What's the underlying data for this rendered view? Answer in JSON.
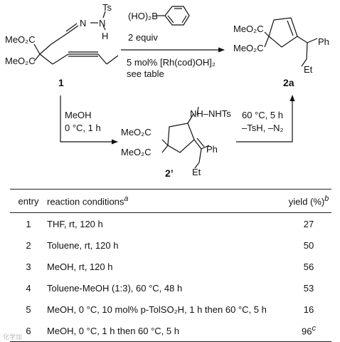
{
  "scheme": {
    "substrate_1": {
      "label": "1",
      "ester_a": "MeO₂C",
      "ester_b": "MeO₂C",
      "hydrazone_n1": "N",
      "hydrazone_n2": "N",
      "ts": "Ts",
      "h": "H"
    },
    "reagent": {
      "boronic_acid": "(HO)₂B",
      "equiv": "2 equiv",
      "catalyst": "5 mol% [Rh(cod)OH]₂",
      "see_table": "see table"
    },
    "product_2a": {
      "label": "2a",
      "ester_a": "MeO₂C",
      "ester_b": "MeO₂C",
      "ph": "Ph",
      "et": "Et"
    },
    "step_down": {
      "solvent": "MeOH",
      "conditions": "0 °C, 1 h"
    },
    "intermediate_2p": {
      "label": "2’",
      "ester_a": "MeO₂C",
      "ester_b": "MeO₂C",
      "nhnhts": "NH–NHTs",
      "ph": "Ph",
      "et": "Et"
    },
    "step_up": {
      "conditions": "60 °C, 5 h",
      "loss": "–TsH, –N₂"
    }
  },
  "table": {
    "headers": {
      "entry": "entry",
      "conditions": "reaction conditions",
      "conditions_note": "a",
      "yield": "yield (%)",
      "yield_note": "b"
    },
    "rows": [
      {
        "entry": "1",
        "conditions": "THF, rt, 120 h",
        "yield": "27",
        "note": ""
      },
      {
        "entry": "2",
        "conditions": "Toluene, rt, 120 h",
        "yield": "50",
        "note": ""
      },
      {
        "entry": "3",
        "conditions": "MeOH, rt, 120 h",
        "yield": "56",
        "note": ""
      },
      {
        "entry": "4",
        "conditions": "Toluene-MeOH (1:3), 60 °C, 48 h",
        "yield": "53",
        "note": ""
      },
      {
        "entry": "5",
        "conditions": "MeOH, 0 °C, 10 mol% p-TolSO₂H, 1 h then 60 °C, 5 h",
        "yield": "16",
        "note": ""
      },
      {
        "entry": "6",
        "conditions": "MeOH, 0 °C, 1 h then 60 °C, 5 h",
        "yield": "96",
        "note": "c"
      }
    ]
  },
  "watermark": "化学加"
}
